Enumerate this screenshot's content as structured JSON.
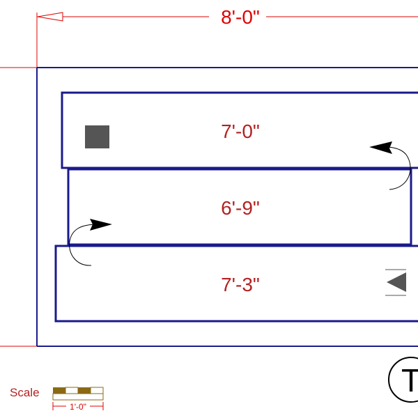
{
  "overall_dimension": {
    "label": "8'-0\""
  },
  "boards": [
    {
      "label": "7'-0\"",
      "marker": "square-marker"
    },
    {
      "label": "6'-9\"",
      "marker": "none"
    },
    {
      "label": "7'-3\"",
      "marker": "triangle-marker"
    }
  ],
  "rotation_arrows": [
    "curved-arrow-left",
    "curved-arrow-right"
  ],
  "scale": {
    "caption": "Scale",
    "unit_label": "1'-0\""
  },
  "corner_badge": {
    "letter": "T"
  },
  "colors": {
    "dimension": "#e00000",
    "outline": "#1a1a8c",
    "label": "#b22222",
    "marker": "#555555",
    "scale_fill": "#8b6914"
  }
}
